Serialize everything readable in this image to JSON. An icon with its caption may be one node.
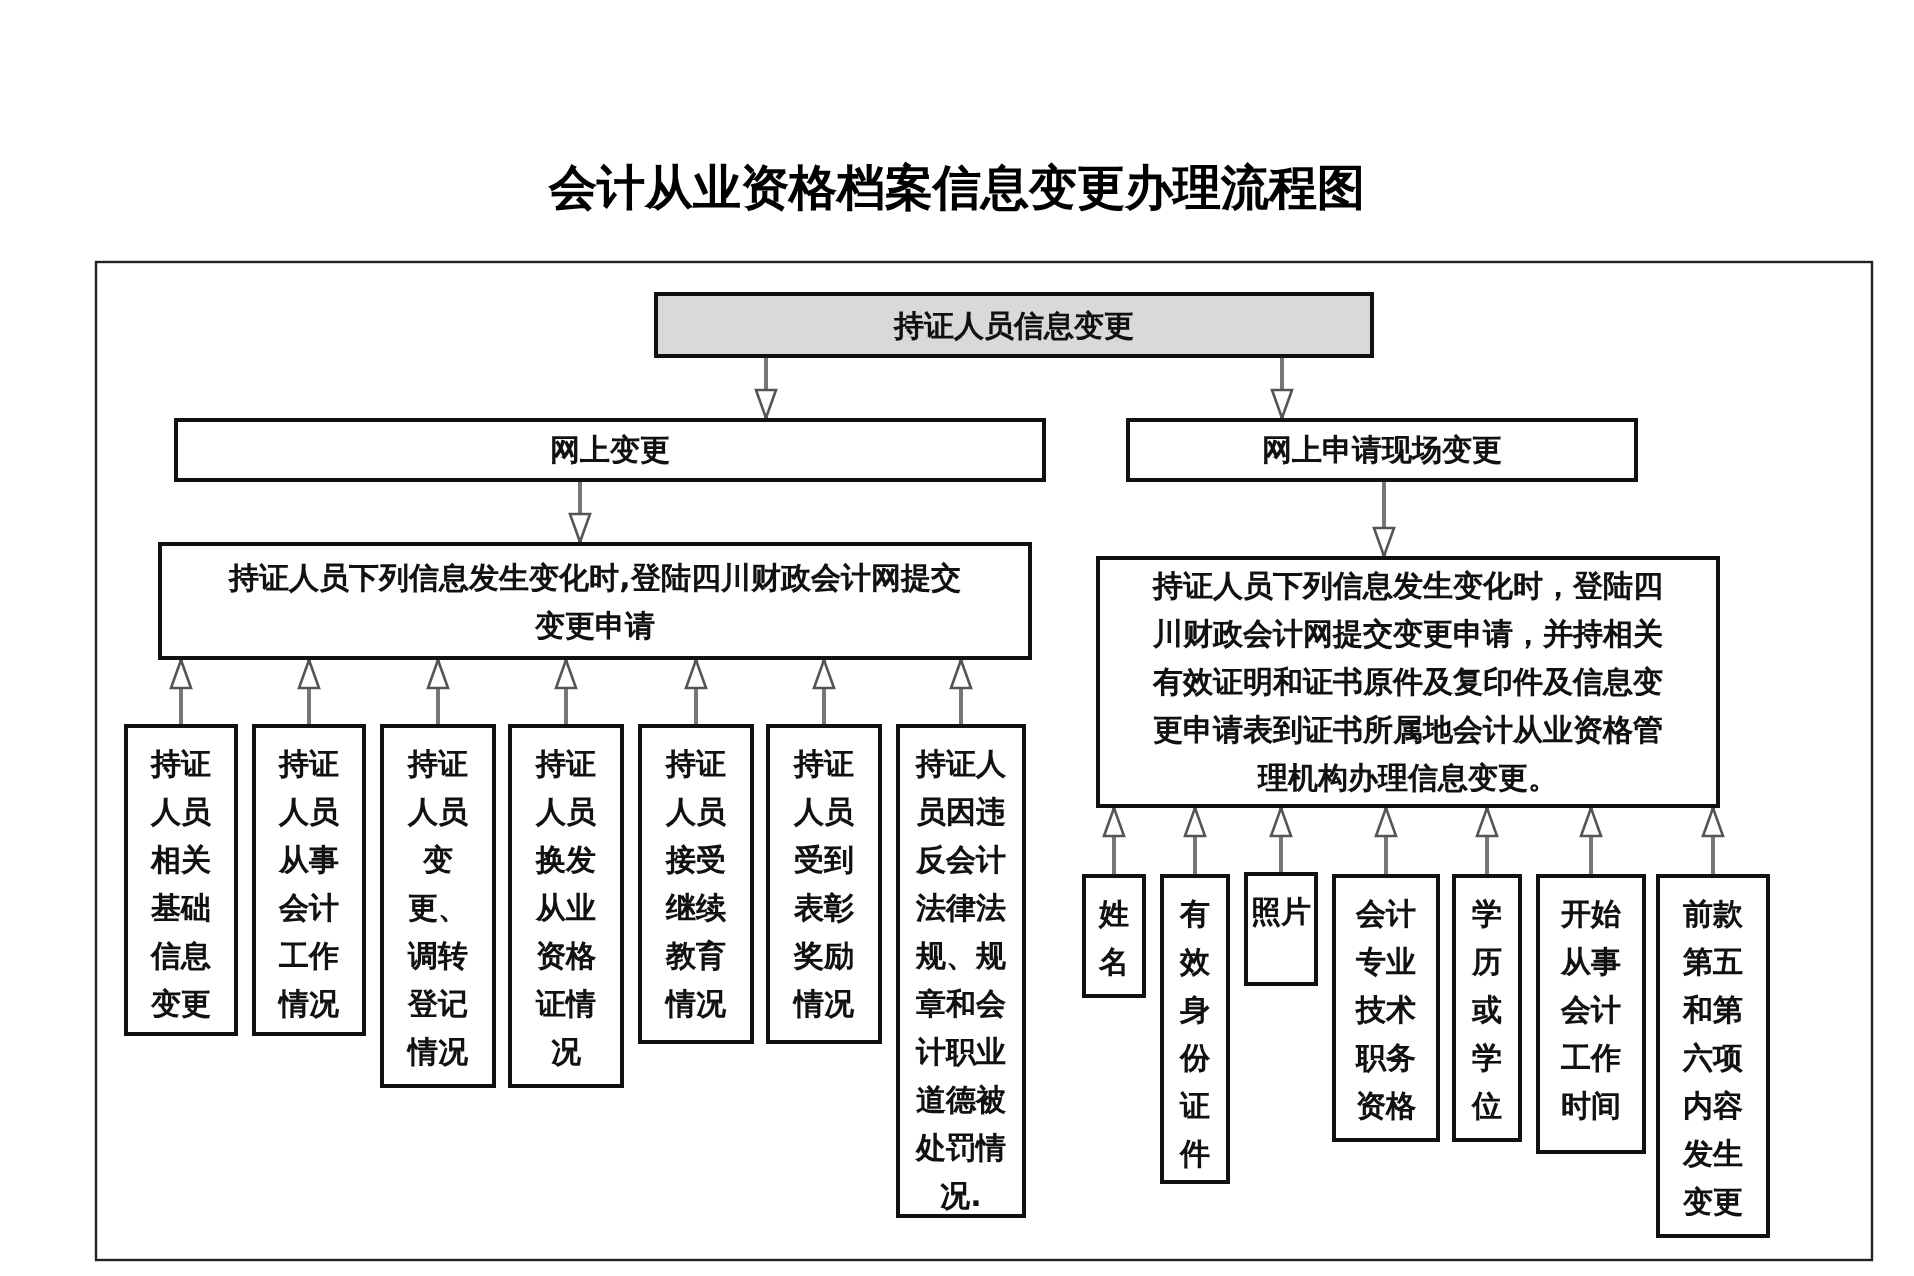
{
  "diagram": {
    "title": "会计从业资格档案信息变更办理流程图",
    "nodes": [
      {
        "text": [
          "持证人员信息变更"
        ]
      },
      {
        "text": [
          "网上变更"
        ]
      },
      {
        "text": [
          "网上申请现场变更"
        ]
      },
      {
        "text": [
          "持证人员下列信息发生变化时,登陆四川财政会计网提交变更申请"
        ]
      },
      {
        "text": [
          "持证人员下列信息发生变化时，登陆四川财政会计网提交变更申请，并持相关有效证明和证书原件及复印件及信息变更申请表到证书所属地会计从业资格管理机构办理信息变更。"
        ]
      },
      {
        "text": [
          "持证人员相关基础信息变更"
        ]
      },
      {
        "text": [
          "持证人员从事会计工作情况"
        ]
      },
      {
        "text": [
          "持证人员变更、调转登记情况"
        ]
      },
      {
        "text": [
          "持证人员换发从业资格证情况"
        ]
      },
      {
        "text": [
          "持证人员接受继续教育情况"
        ]
      },
      {
        "text": [
          "持证人员受到表彰奖励情况"
        ]
      },
      {
        "text": [
          "持证人员因违反会计法律法规、规章和会计职业道德被处罚情况."
        ]
      },
      {
        "text": [
          "姓名"
        ]
      },
      {
        "text": [
          "有效身份证件"
        ]
      },
      {
        "text": [
          "照片"
        ]
      },
      {
        "text": [
          "会计专业技术职务资格"
        ]
      },
      {
        "text": [
          "学历或学位"
        ]
      },
      {
        "text": [
          "开始从事会计工作时间"
        ]
      },
      {
        "text": [
          "前款第五和第六项内容发生变更"
        ]
      }
    ],
    "edges": [
      {
        "from": 0,
        "to": 1,
        "arrow": "to"
      },
      {
        "from": 0,
        "to": 2,
        "arrow": "to"
      },
      {
        "from": 1,
        "to": 3,
        "arrow": "to"
      },
      {
        "from": 2,
        "to": 4,
        "arrow": "to"
      },
      {
        "from": 5,
        "to": 3,
        "arrow": "to"
      },
      {
        "from": 6,
        "to": 3,
        "arrow": "to"
      },
      {
        "from": 7,
        "to": 3,
        "arrow": "to"
      },
      {
        "from": 8,
        "to": 3,
        "arrow": "to"
      },
      {
        "from": 9,
        "to": 3,
        "arrow": "to"
      },
      {
        "from": 10,
        "to": 3,
        "arrow": "to"
      },
      {
        "from": 11,
        "to": 3,
        "arrow": "to"
      },
      {
        "from": 12,
        "to": 4,
        "arrow": "to"
      },
      {
        "from": 13,
        "to": 4,
        "arrow": "to"
      },
      {
        "from": 14,
        "to": 4,
        "arrow": "to"
      },
      {
        "from": 15,
        "to": 4,
        "arrow": "to"
      },
      {
        "from": 16,
        "to": 4,
        "arrow": "to"
      },
      {
        "from": 17,
        "to": 4,
        "arrow": "to"
      },
      {
        "from": 18,
        "to": 4,
        "arrow": "to"
      }
    ]
  }
}
